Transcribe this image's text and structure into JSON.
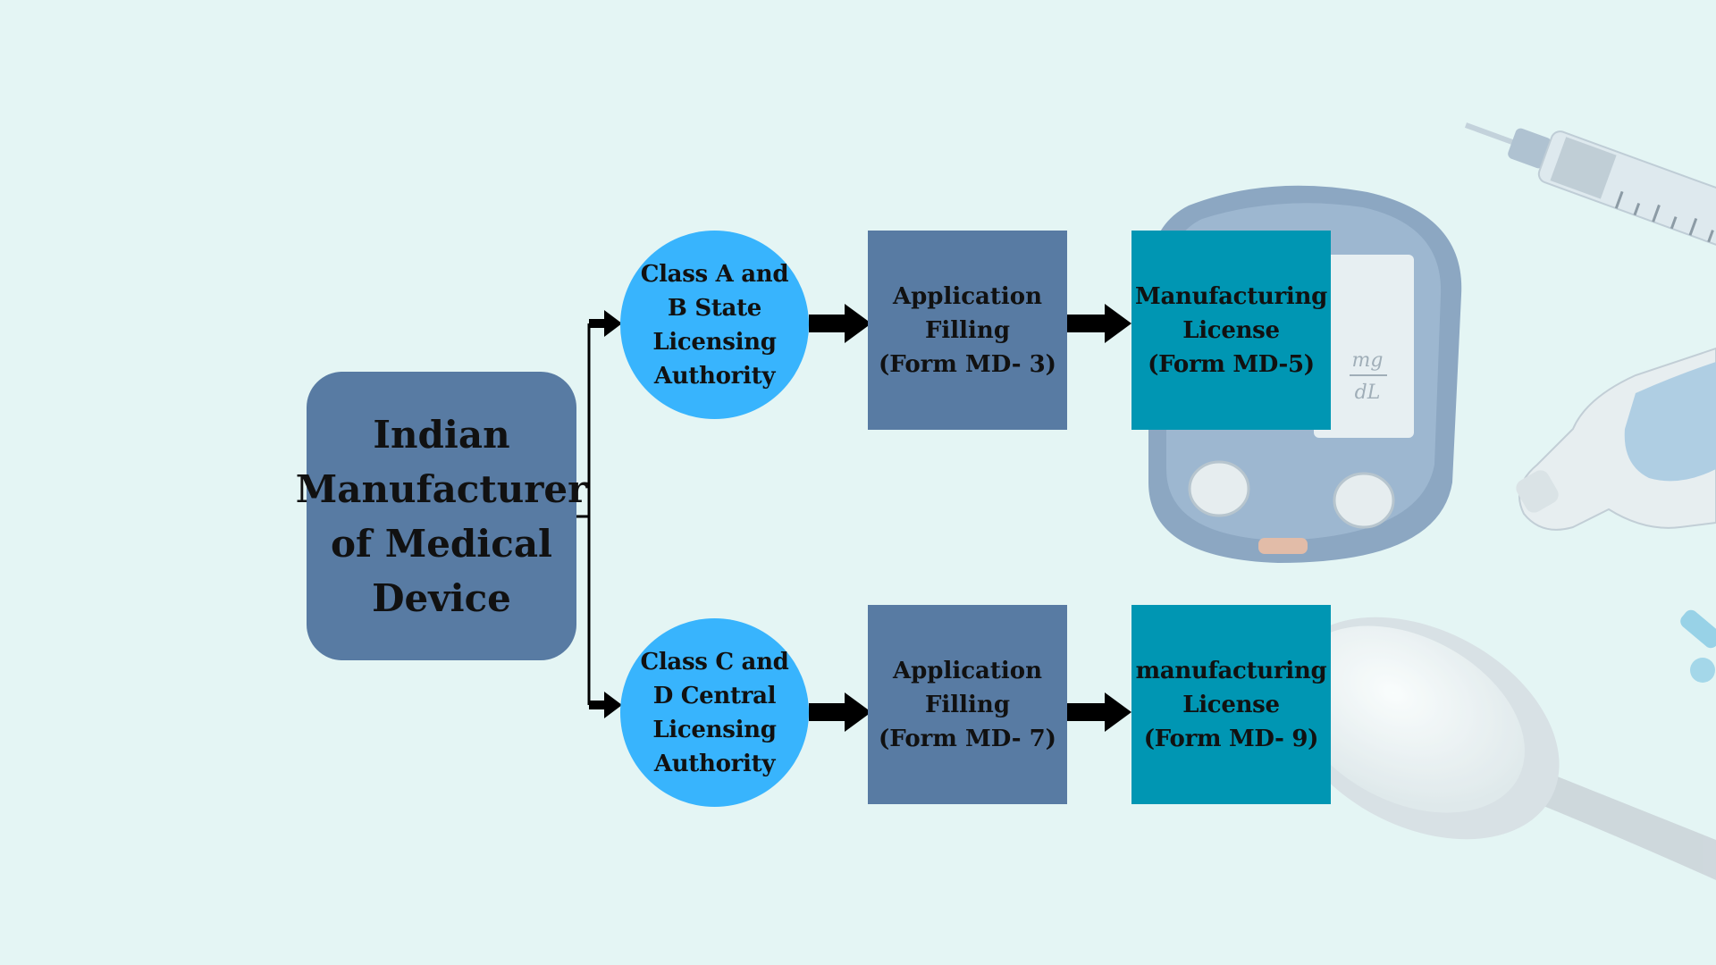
{
  "diagram": {
    "root": {
      "label": "Indian\nManufacturer\nof Medical\nDevice"
    },
    "branches": [
      {
        "authority": "Class A and\nB State\nLicensing\nAuthority",
        "application": "Application\nFilling\n(Form MD- 3)",
        "license": "Manufacturing\nLicense\n(Form MD-5)"
      },
      {
        "authority": "Class C and\nD Central\nLicensing\nAuthority",
        "application": "Application\nFilling\n(Form MD- 7)",
        "license": "manufacturing\nLicense\n(Form MD- 9)"
      }
    ]
  },
  "colors": {
    "background": "#e4f5f4",
    "root_box": "#587ba3",
    "authority_circle": "#38b4fd",
    "application_box": "#587ba3",
    "license_box": "#0096b3",
    "arrow": "#000000"
  },
  "background_image": {
    "icons": [
      "syringe-icon",
      "glucose-meter-icon",
      "lancet-pen-icon",
      "sugar-spoon-icon",
      "lancet-icon"
    ]
  }
}
